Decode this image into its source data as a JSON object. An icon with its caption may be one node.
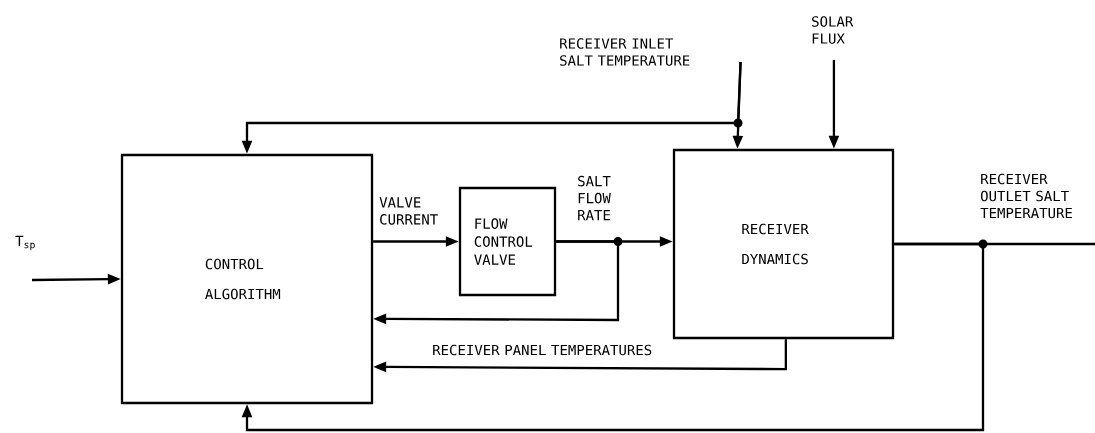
{
  "diagram": {
    "nodes": [
      {
        "text": [
          "CONTROL ALGORITHM"
        ]
      },
      {
        "text": [
          "FLOW CONTROL VALVE"
        ]
      },
      {
        "text": [
          "RECEIVER DYNAMICS"
        ]
      },
      {
        "text": [
          "T$_{sp}$"
        ]
      },
      {
        "text": [
          "RECEIVER INLET SALT TEMPERATURE"
        ]
      },
      {
        "text": [
          "SOLAR FLUX"
        ]
      }
    ],
    "edges": [
      {
        "from": 3,
        "to": 0,
        "arrow": "to"
      },
      {
        "from": 0,
        "to": 1,
        "arrow": "to",
        "label": "VALVE CURRENT"
      },
      {
        "from": 1,
        "to": 2,
        "arrow": "to",
        "label": "SALT FLOW RATE"
      },
      {
        "from": 1,
        "to": 0,
        "arrow": "to"
      },
      {
        "from": 4,
        "to": 2,
        "arrow": "to"
      },
      {
        "from": 4,
        "to": 0,
        "arrow": "to"
      },
      {
        "from": 5,
        "to": 2,
        "arrow": "to"
      },
      {
        "from": 2,
        "to": 0,
        "arrow": "to",
        "label": "RECEIVER PANEL TEMPERATURES"
      },
      {
        "from": 2,
        "to": null,
        "arrow": "none",
        "label": "RECEIVER OUTLET SALT TEMPERATURE"
      },
      {
        "from": 2,
        "to": 0,
        "arrow": "to"
      }
    ]
  }
}
